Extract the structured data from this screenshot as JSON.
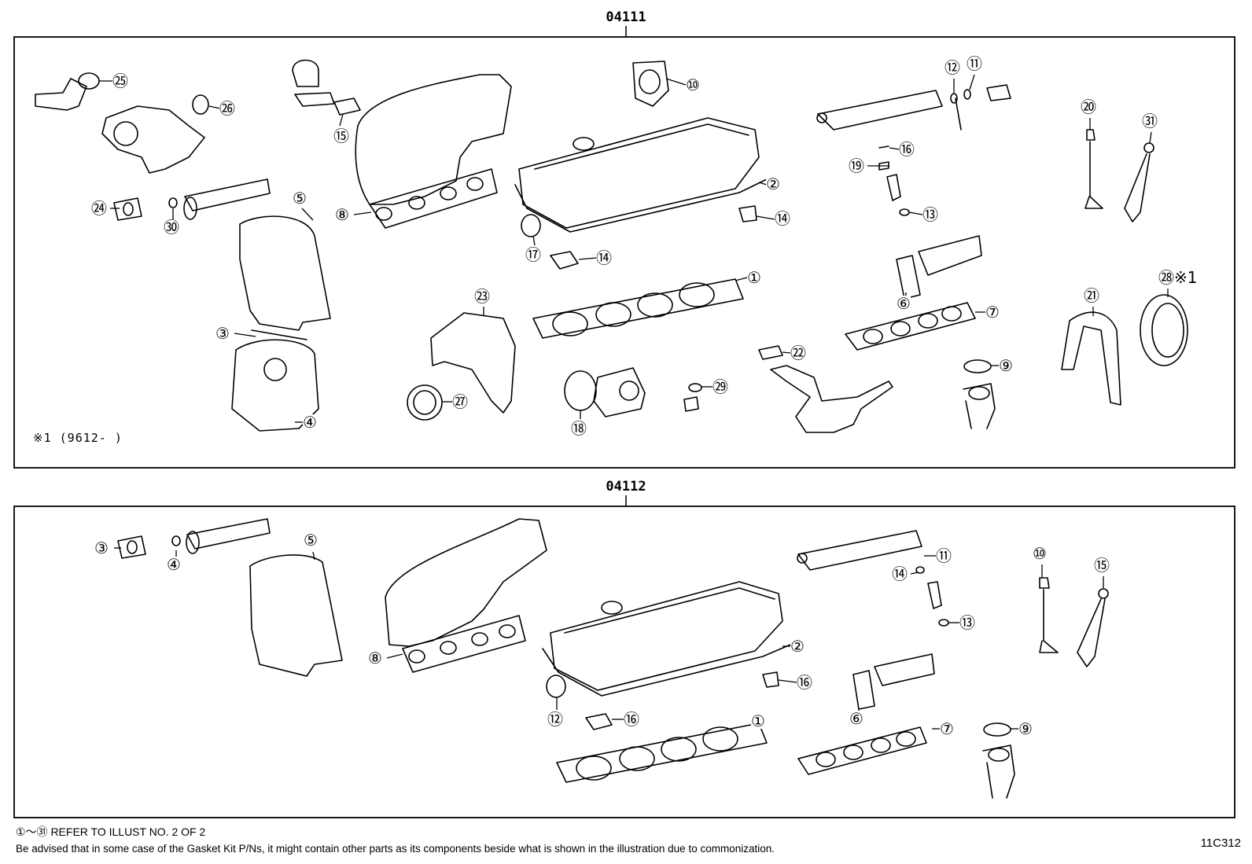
{
  "panels": [
    {
      "code": "04111",
      "callouts": [
        {
          "label": "25",
          "text": "㉕"
        },
        {
          "label": "26",
          "text": "㉖"
        },
        {
          "label": "15",
          "text": "⑮"
        },
        {
          "label": "10",
          "text": "⑩"
        },
        {
          "label": "12",
          "text": "⑫"
        },
        {
          "label": "11",
          "text": "⑪"
        },
        {
          "label": "20",
          "text": "⑳"
        },
        {
          "label": "31",
          "text": "㉛"
        },
        {
          "label": "16",
          "text": "⑯"
        },
        {
          "label": "19",
          "text": "⑲"
        },
        {
          "label": "2",
          "text": "②"
        },
        {
          "label": "13",
          "text": "⑬"
        },
        {
          "label": "24",
          "text": "㉔"
        },
        {
          "label": "30",
          "text": "㉚"
        },
        {
          "label": "5",
          "text": "⑤"
        },
        {
          "label": "8",
          "text": "⑧"
        },
        {
          "label": "14a",
          "text": "⑭"
        },
        {
          "label": "17",
          "text": "⑰"
        },
        {
          "label": "14b",
          "text": "⑭"
        },
        {
          "label": "1",
          "text": "①"
        },
        {
          "label": "6",
          "text": "⑥"
        },
        {
          "label": "7",
          "text": "⑦"
        },
        {
          "label": "21",
          "text": "㉑"
        },
        {
          "label": "28",
          "text": "㉘※1"
        },
        {
          "label": "23",
          "text": "㉓"
        },
        {
          "label": "3",
          "text": "③"
        },
        {
          "label": "22",
          "text": "㉒"
        },
        {
          "label": "9",
          "text": "⑨"
        },
        {
          "label": "29",
          "text": "㉙"
        },
        {
          "label": "27",
          "text": "㉗"
        },
        {
          "label": "18",
          "text": "⑱"
        },
        {
          "label": "4",
          "text": "④"
        }
      ],
      "note": "※1 (9612-     )"
    },
    {
      "code": "04112",
      "callouts": [
        {
          "label": "3",
          "text": "③"
        },
        {
          "label": "4",
          "text": "④"
        },
        {
          "label": "5",
          "text": "⑤"
        },
        {
          "label": "8",
          "text": "⑧"
        },
        {
          "label": "11",
          "text": "⑪"
        },
        {
          "label": "14",
          "text": "⑭"
        },
        {
          "label": "10",
          "text": "⑩"
        },
        {
          "label": "15",
          "text": "⑮"
        },
        {
          "label": "13",
          "text": "⑬"
        },
        {
          "label": "2",
          "text": "②"
        },
        {
          "label": "16a",
          "text": "⑯"
        },
        {
          "label": "12",
          "text": "⑫"
        },
        {
          "label": "16b",
          "text": "⑯"
        },
        {
          "label": "1",
          "text": "①"
        },
        {
          "label": "6",
          "text": "⑥"
        },
        {
          "label": "7",
          "text": "⑦"
        },
        {
          "label": "9",
          "text": "⑨"
        }
      ]
    }
  ],
  "footer": {
    "reference": "①～㉛ REFER TO ILLUST NO. 2 OF 2",
    "advisory": "Be advised that in some case of the Gasket Kit P/Ns,  it might contain other parts as its components beside what is shown in the illustration due to commonization.",
    "illustration_code": "11C312"
  }
}
